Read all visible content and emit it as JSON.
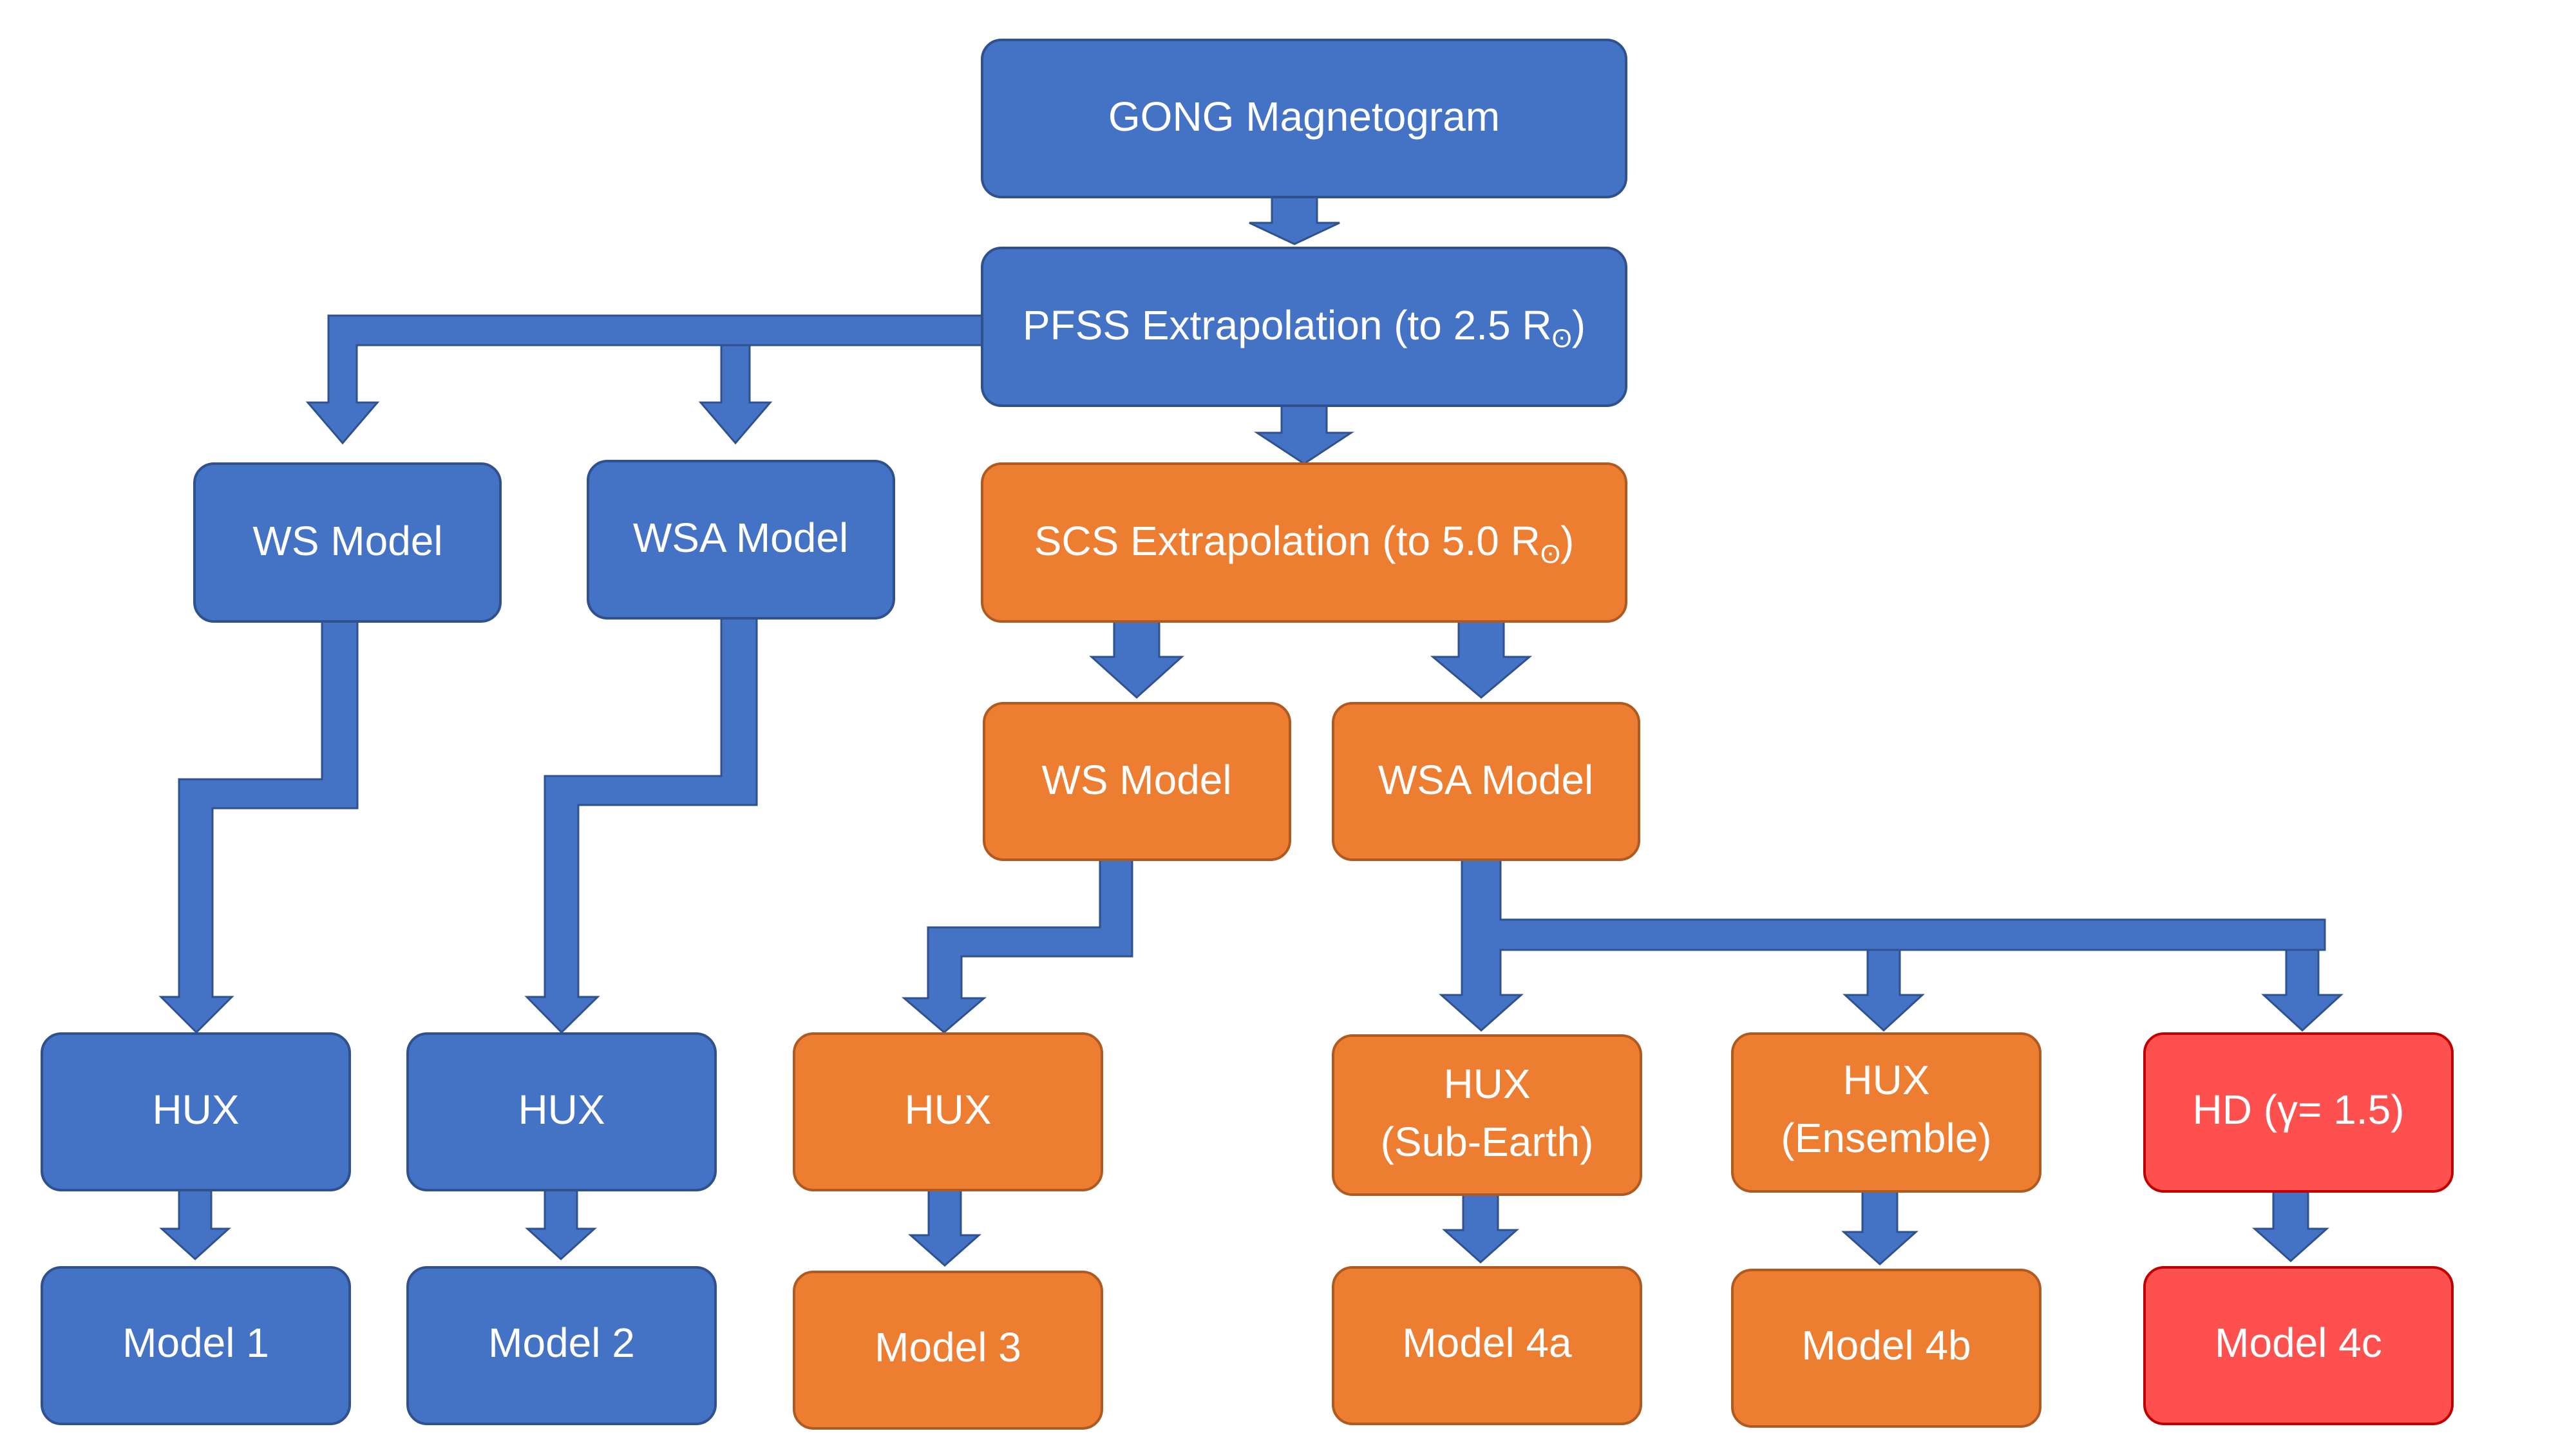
{
  "colors": {
    "blue": "#4472c4",
    "blue_border": "#2f528f",
    "orange": "#ed7d31",
    "orange_border": "#ae5a21",
    "red": "#ff5050",
    "red_border": "#c00000",
    "text": "#ffffff"
  },
  "nodes": {
    "gong": {
      "label": "GONG Magnetogram",
      "color": "blue"
    },
    "pfss": {
      "label": "PFSS Extrapolation (to 2.5 R",
      "subscript": "ʘ",
      "suffix": ")",
      "color": "blue"
    },
    "ws_blue": {
      "label": "WS Model",
      "color": "blue"
    },
    "wsa_blue": {
      "label": "WSA Model",
      "color": "blue"
    },
    "scs": {
      "label": "SCS Extrapolation (to 5.0 R",
      "subscript": "ʘ",
      "suffix": ")",
      "color": "orange"
    },
    "ws_orange": {
      "label": "WS Model",
      "color": "orange"
    },
    "wsa_orange": {
      "label": "WSA Model",
      "color": "orange"
    },
    "hux1": {
      "label": "HUX",
      "color": "blue"
    },
    "hux2": {
      "label": "HUX",
      "color": "blue"
    },
    "hux3": {
      "label": "HUX",
      "color": "orange"
    },
    "hux4a": {
      "label": "HUX",
      "label2": "(Sub-Earth)",
      "color": "orange"
    },
    "hux4b": {
      "label": "HUX",
      "label2": "(Ensemble)",
      "color": "orange"
    },
    "hd": {
      "label": "HD (γ= 1.5)",
      "color": "red"
    },
    "model1": {
      "label": "Model 1",
      "color": "blue"
    },
    "model2": {
      "label": "Model 2",
      "color": "blue"
    },
    "model3": {
      "label": "Model 3",
      "color": "orange"
    },
    "model4a": {
      "label": "Model 4a",
      "color": "orange"
    },
    "model4b": {
      "label": "Model 4b",
      "color": "orange"
    },
    "model4c": {
      "label": "Model 4c",
      "color": "red"
    }
  },
  "edges": [
    [
      "gong",
      "pfss"
    ],
    [
      "pfss",
      "ws_blue"
    ],
    [
      "pfss",
      "wsa_blue"
    ],
    [
      "pfss",
      "scs"
    ],
    [
      "scs",
      "ws_orange"
    ],
    [
      "scs",
      "wsa_orange"
    ],
    [
      "ws_blue",
      "hux1"
    ],
    [
      "wsa_blue",
      "hux2"
    ],
    [
      "ws_orange",
      "hux3"
    ],
    [
      "wsa_orange",
      "hux4a"
    ],
    [
      "wsa_orange",
      "hux4b"
    ],
    [
      "wsa_orange",
      "hd"
    ],
    [
      "hux1",
      "model1"
    ],
    [
      "hux2",
      "model2"
    ],
    [
      "hux3",
      "model3"
    ],
    [
      "hux4a",
      "model4a"
    ],
    [
      "hux4b",
      "model4b"
    ],
    [
      "hd",
      "model4c"
    ]
  ]
}
